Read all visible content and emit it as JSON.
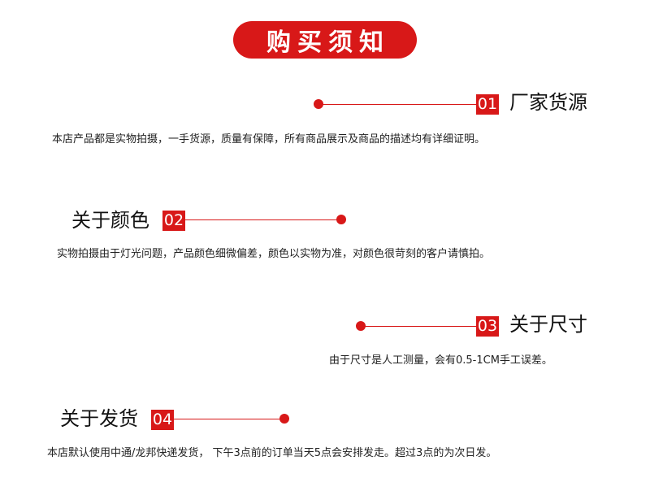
{
  "title": "购买须知",
  "colors": {
    "accent": "#d81818"
  },
  "sections": [
    {
      "number": "01",
      "heading": "厂家货源",
      "description": "本店产品都是实物拍摄，一手货源，质量有保障，所有商品展示及商品的描述均有详细证明。"
    },
    {
      "number": "02",
      "heading": "关于颜色",
      "description": "实物拍摄由于灯光问题，产品颜色细微偏差，颜色以实物为准，对颜色很苛刻的客户请慎拍。"
    },
    {
      "number": "03",
      "heading": "关于尺寸",
      "description": "由于尺寸是人工测量，会有0.5-1CM手工误差。"
    },
    {
      "number": "04",
      "heading": "关于发货",
      "description": "本店默认使用中通/龙邦快递发货， 下午3点前的订单当天5点会安排发走。超过3点的为次日发。"
    }
  ]
}
